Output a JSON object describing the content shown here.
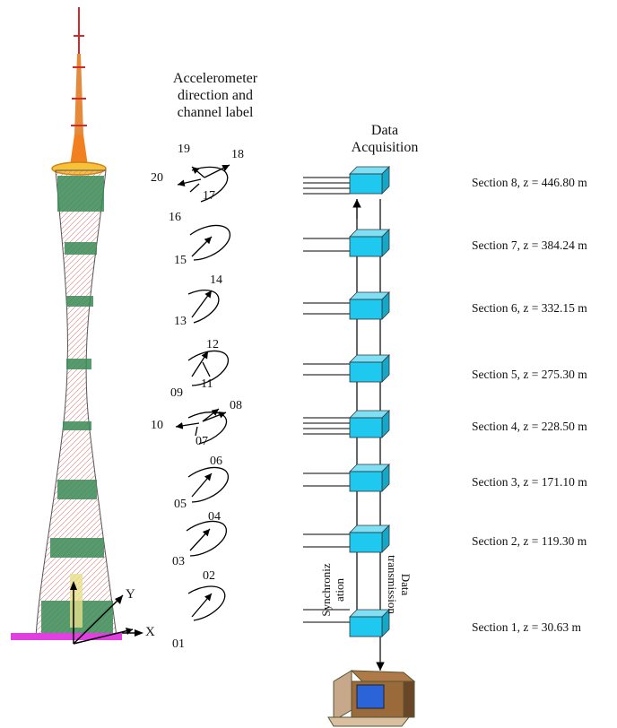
{
  "headers": {
    "accelerometer_line1": "Accelerometer",
    "accelerometer_line2": "direction and",
    "accelerometer_line3": "channel label",
    "acquisition_line1": "Data",
    "acquisition_line2": "Acquisition"
  },
  "channels": {
    "c01": "01",
    "c02": "02",
    "c03": "03",
    "c04": "04",
    "c05": "05",
    "c06": "06",
    "c07": "07",
    "c08": "08",
    "c09": "09",
    "c10": "10",
    "c11": "11",
    "c12": "12",
    "c13": "13",
    "c14": "14",
    "c15": "15",
    "c16": "16",
    "c17": "17",
    "c18": "18",
    "c19": "19",
    "c20": "20"
  },
  "sections": {
    "s8": "Section 8, z = 446.80 m",
    "s7": "Section 7, z = 384.24 m",
    "s6": "Section 6, z = 332.15 m",
    "s5": "Section 5, z = 275.30 m",
    "s4": "Section 4, z = 228.50 m",
    "s3": "Section 3, z = 171.10 m",
    "s2": "Section 2, z = 119.30 m",
    "s1": "Section 1, z = 30.63 m"
  },
  "links": {
    "synchronization": "Synchroniz ation",
    "transmission_line1": "Data",
    "transmission_line2": "transmission"
  },
  "axes": {
    "x": "X",
    "y": "Y"
  },
  "colors": {
    "module": "#1ec8ee",
    "tower_top": "#f08020",
    "tower_body": "#2e7d4a",
    "base": "#e040e0"
  },
  "icons": {
    "computer": "computer-icon"
  }
}
